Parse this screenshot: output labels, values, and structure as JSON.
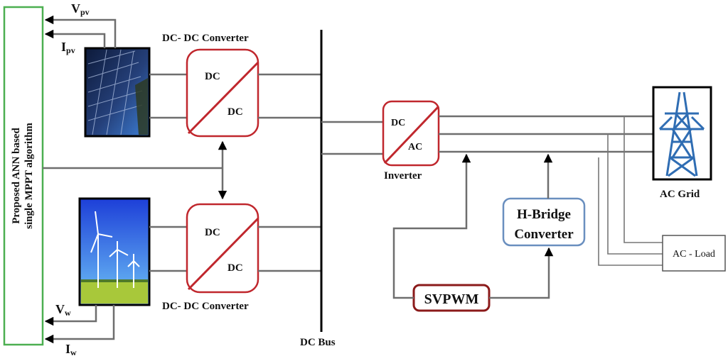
{
  "diagram": {
    "controller": {
      "label_line1": "Proposed  ANN  based",
      "label_line2": "single MPPT algorithm",
      "border_color": "#4caf50"
    },
    "signals": {
      "vpv": {
        "main": "V",
        "sub": "pv"
      },
      "ipv": {
        "main": "I",
        "sub": "pv"
      },
      "vw": {
        "main": "V",
        "sub": "w"
      },
      "iw": {
        "main": "I",
        "sub": "w"
      }
    },
    "pv_panel": {
      "icon": "solar-panel-image"
    },
    "wind_turbine": {
      "icon": "wind-turbine-image"
    },
    "converter_top": {
      "title": "DC- DC Converter",
      "in": "DC",
      "out": "DC"
    },
    "converter_bottom": {
      "title": "DC- DC Converter",
      "in": "DC",
      "out": "DC"
    },
    "dc_bus": {
      "label": "DC Bus"
    },
    "inverter": {
      "title": "Inverter",
      "in": "DC",
      "out": "AC"
    },
    "h_bridge": {
      "line1": "H-Bridge",
      "line2": "Converter",
      "border_color": "#6a8fbf"
    },
    "svpwm": {
      "label": "SVPWM",
      "border_color": "#8b1a1a"
    },
    "ac_grid": {
      "label": "AC Grid",
      "icon": "transmission-tower-icon",
      "tower_color": "#2f6db3"
    },
    "ac_load": {
      "label": "AC - Load"
    },
    "converter_border_color": "#c0272d"
  }
}
